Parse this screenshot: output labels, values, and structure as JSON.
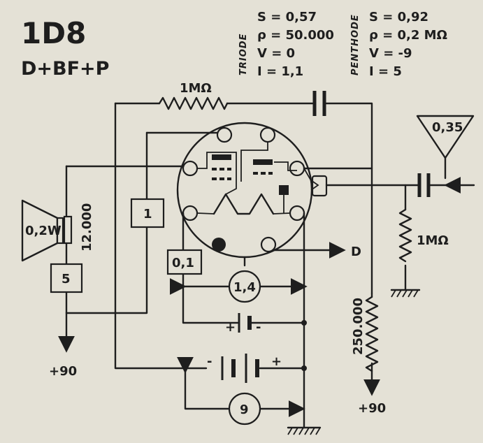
{
  "tube": {
    "name": "1D8",
    "function": "D+BF+P"
  },
  "triode": {
    "heading": "TRIODE",
    "lines": [
      "S = 0,57",
      "ρ = 50.000",
      "V = 0",
      "I = 1,1"
    ]
  },
  "penthode": {
    "heading": "PENTHODE",
    "lines": [
      "S = 0,92",
      "ρ = 0,2 MΩ",
      "V = -9",
      "I = 5"
    ]
  },
  "labels": {
    "top_resistor": "1MΩ",
    "grid_resistor": "1MΩ",
    "antenna": "0,35",
    "speaker_power": "0,2W",
    "transformer": "12.000",
    "box_left": "1",
    "box_speaker": "5",
    "box_filament": "0,1",
    "filament_voltage": "1,4",
    "bias_voltage": "9",
    "plate_resistor": "250.000",
    "diode_output": "D",
    "supply_left": "+90",
    "supply_right": "+90",
    "plus": "+",
    "minus": "-"
  }
}
